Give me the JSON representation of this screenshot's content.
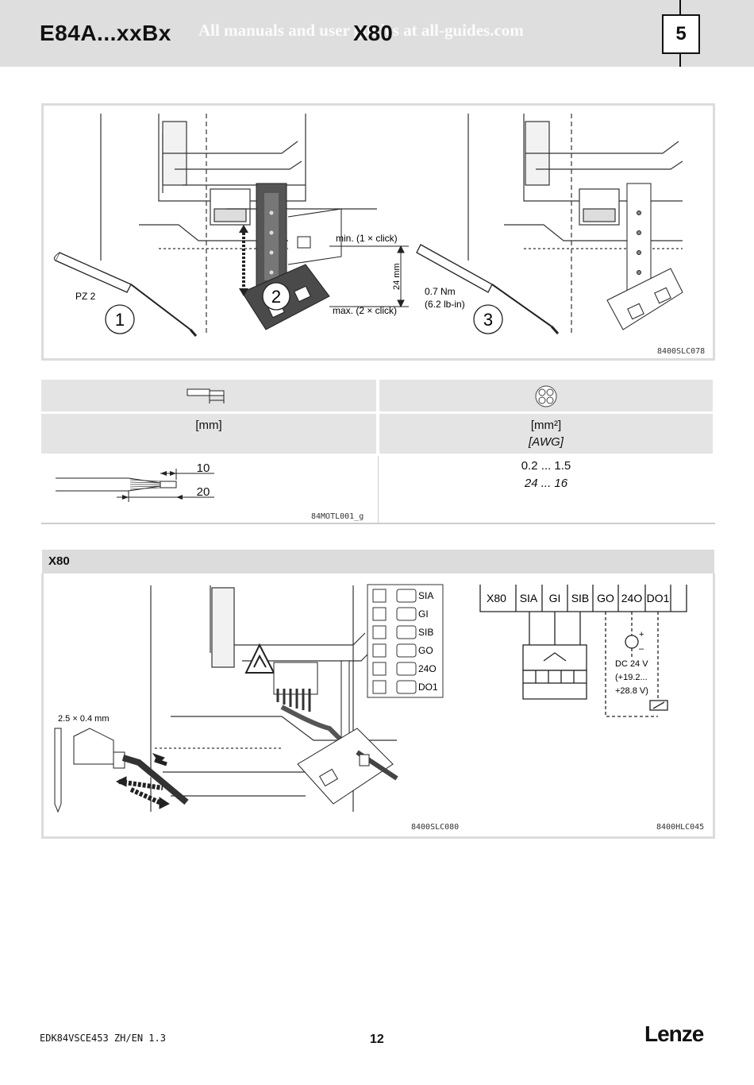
{
  "header": {
    "model": "E84A...xxBx",
    "watermark": "All manuals and user guides at all-guides.com",
    "section": "X80",
    "chapter": "5"
  },
  "figure1": {
    "step1": "1",
    "step2": "2",
    "step3": "3",
    "screwdriver": "PZ 2",
    "min_label": "min. (1 × click)",
    "max_label": "max. (2 × click)",
    "distance": "24 mm",
    "torque_nm": "0.7 Nm",
    "torque_lbin": "(6.2 lb-in)",
    "code": "8400SLC078"
  },
  "wire_table": {
    "col1_unit": "[mm]",
    "col2_unit": "[mm²]",
    "col2_unit_awg": "[AWG]",
    "strip_a": "10",
    "strip_b": "20",
    "strip_code": "84MOTL001_g",
    "cross_section": "0.2 ... 1.5",
    "awg_range": "24 ... 16"
  },
  "x80": {
    "title": "X80",
    "blade": "2.5 × 0.4 mm",
    "terminals": [
      "SIA",
      "GI",
      "SIB",
      "GO",
      "24O",
      "DO1"
    ],
    "schematic_label": "X80",
    "supply": "DC 24 V",
    "range_low": "(+19.2...",
    "range_high": "+28.8 V)",
    "plus": "+",
    "minus": "–",
    "code_left": "8400SLC080",
    "code_right": "8400HLC045"
  },
  "footer": {
    "doc": "EDK84VSCE453  ZH/EN  1.3",
    "page": "12",
    "logo": "Lenze"
  }
}
